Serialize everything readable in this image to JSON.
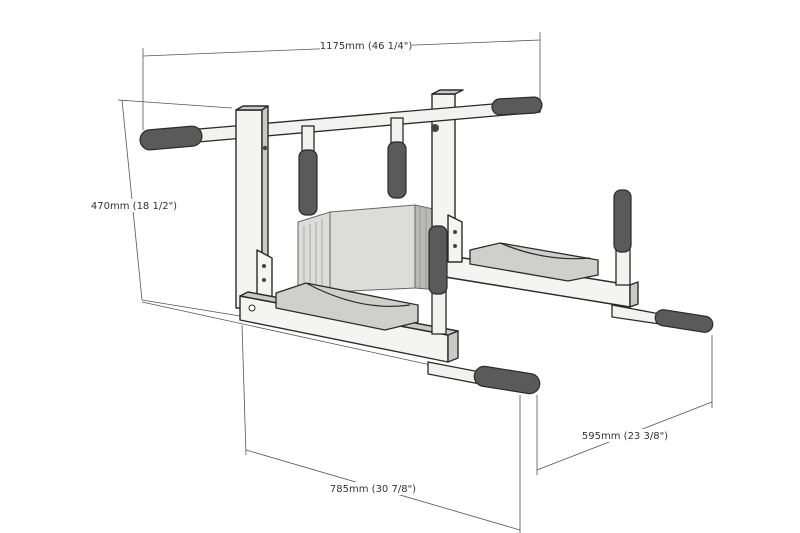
{
  "diagram": {
    "dimensions": {
      "width_top": "1175mm (46 1/4\")",
      "height": "470mm (18 1/2\")",
      "depth": "595mm (23 3/8\")",
      "length": "785mm (30 7/8\")"
    }
  }
}
